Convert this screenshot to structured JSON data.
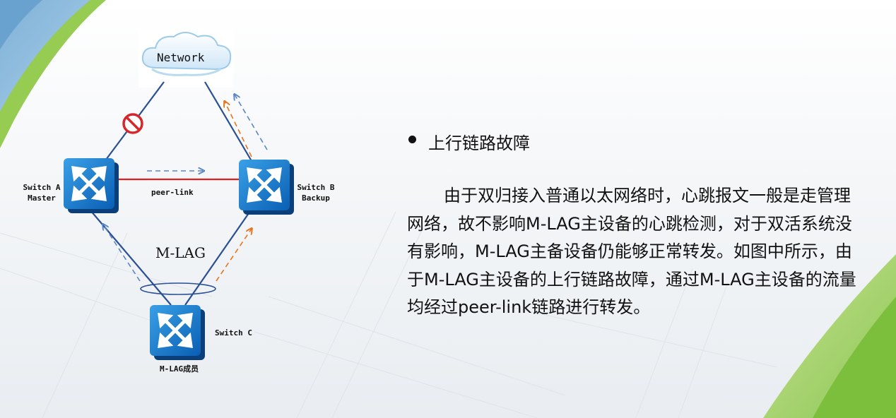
{
  "diagram": {
    "cloud_label": "Network",
    "switch_a": {
      "name": "Switch A",
      "role": "Master"
    },
    "switch_b": {
      "name": "Switch B",
      "role": "Backup"
    },
    "switch_c": {
      "name": "Switch C",
      "role": "M-LAG成员"
    },
    "peer_link_label": "peer-link",
    "mlag_label": "M-LAG",
    "colors": {
      "link_blue": "#2a4f95",
      "peer_link_red": "#e02020",
      "arrow_blue": "#5a86c8",
      "arrow_orange": "#e8741e",
      "block_red": "#d6262a"
    }
  },
  "text": {
    "heading": "上行链路故障",
    "paragraph": "由于双归接入普通以太网络时，心跳报文一般是走管理网络，故不影响M-LAG主设备的心跳检测，对于双活系统没有影响，M-LAG主备设备仍能够正常转发。如图中所示，由于M-LAG主设备的上行链路故障，通过M-LAG主设备的流量均经过peer-link链路进行转发。"
  }
}
